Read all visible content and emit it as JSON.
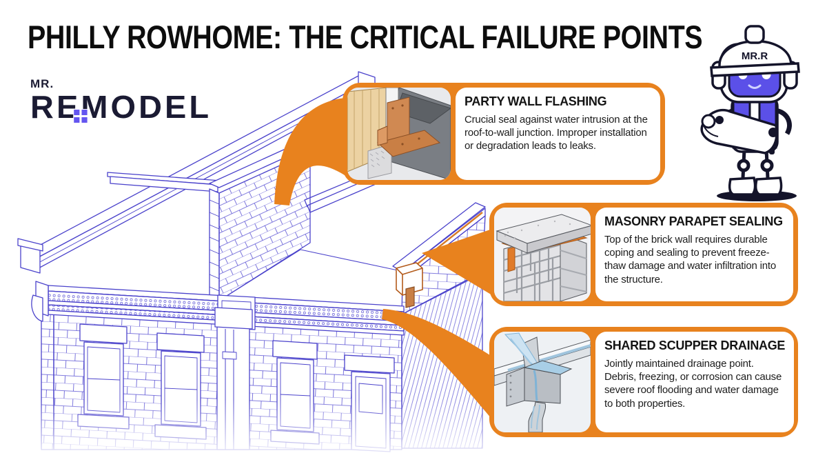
{
  "header": {
    "title": "PHILLY ROWHOME: THE CRITICAL FAILURE POINTS"
  },
  "logo": {
    "top": "MR.",
    "word_left": "RE",
    "word_right": "MODEL"
  },
  "mascot": {
    "hat_label": "MR.R"
  },
  "callouts": [
    {
      "id": "party-wall-flashing",
      "title": "PARTY WALL FLASHING",
      "body": "Crucial seal against water intrusion at the roof-to-wall junction. Improper installation or degradation leads to leaks."
    },
    {
      "id": "masonry-parapet-sealing",
      "title": "MASONRY PARAPET SEALING",
      "body": "Top of the brick wall requires durable coping and sealing to prevent freeze-thaw damage and water infiltration into the structure."
    },
    {
      "id": "shared-scupper-drainage",
      "title": "SHARED SCUPPER DRAINAGE",
      "body": "Jointly maintained drainage point. Debris, freezing, or corrosion can cause severe roof flooding and water damage to both properties."
    }
  ],
  "icons": {
    "logo_window": "logo-window-icon",
    "thumb_1": "flashing-thumbnail",
    "thumb_2": "parapet-thumbnail",
    "thumb_3": "scupper-thumbnail"
  },
  "colors": {
    "accent_orange": "#E8821E",
    "blueprint_blue": "#4A42CB",
    "logo_navy": "#1B1B33",
    "logo_purple": "#6456F0",
    "mascot_purple": "#5B50E8",
    "copper": "#C97F45",
    "water_blue": "#BCD9EE",
    "title_black": "#0D0D0D"
  }
}
